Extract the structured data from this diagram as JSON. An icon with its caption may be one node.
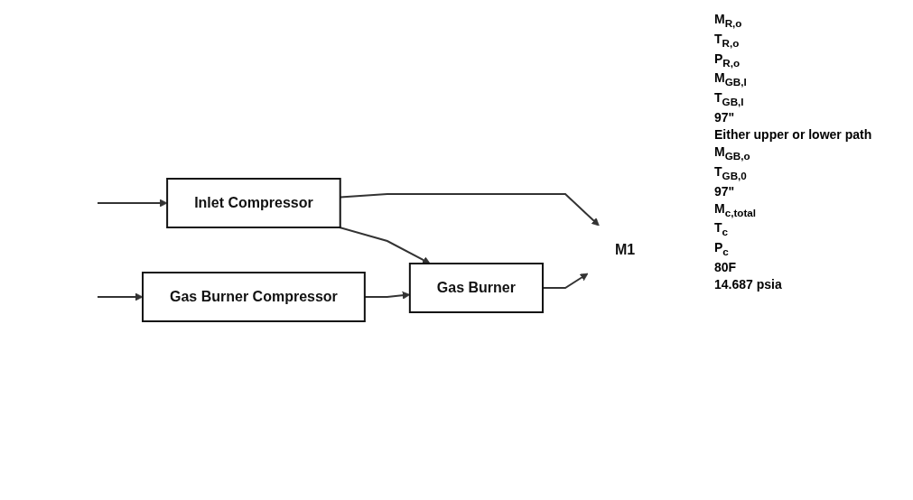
{
  "diagram": {
    "nodes": [
      {
        "text": [
          "Inlet Compressor"
        ]
      },
      {
        "text": [
          "Gas Burner"
        ]
      },
      {
        "text": [
          "Gas Burner Compressor"
        ]
      },
      {
        "text": [
          "M1"
        ]
      }
    ],
    "edges": [
      {
        "from": null,
        "to": 0,
        "arrow": "to"
      },
      {
        "from": 0,
        "to": 3,
        "arrow": "to"
      },
      {
        "from": 0,
        "to": 1,
        "arrow": "to"
      },
      {
        "from": 1,
        "to": 3,
        "arrow": "to"
      },
      {
        "from": 2,
        "to": 1,
        "arrow": "to"
      },
      {
        "from": null,
        "to": 2,
        "arrow": "to"
      }
    ],
    "labels": [
      "M$_{R,o}$",
      "T$_{R,o}$",
      "P$_{R,o}$",
      "M$_{GB,I}$",
      "T$_{GB,I}$",
      "97\"",
      "Either upper or lower path",
      "M$_{GB,o}$",
      "T$_{GB,0}$",
      "97\"",
      "M$_{c,total}$",
      "T$_{c}$",
      "P$_{c}$",
      "80F",
      "14.687 psia"
    ]
  }
}
